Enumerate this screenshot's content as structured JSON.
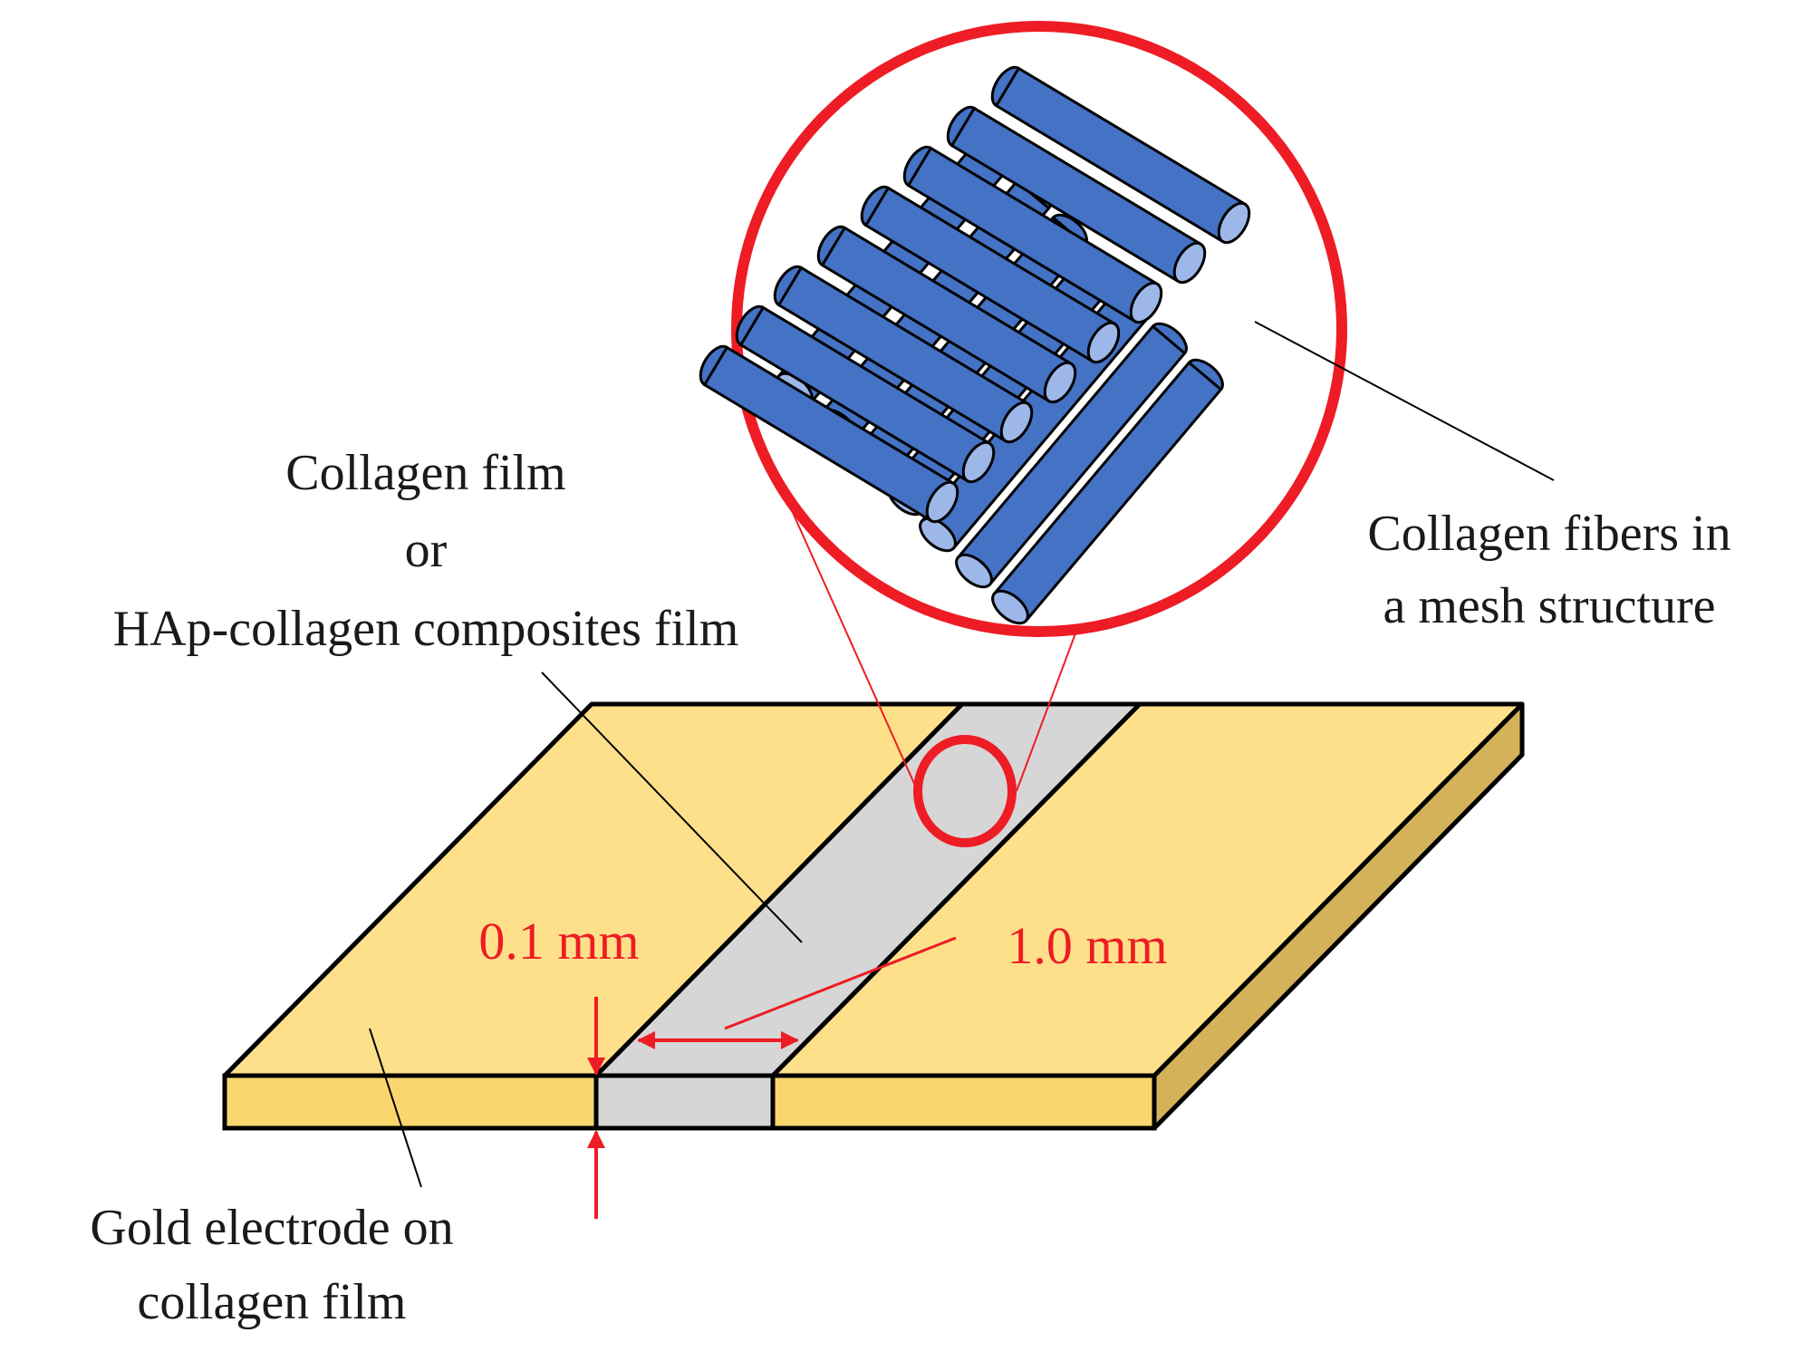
{
  "labels": {
    "film_line1": "Collagen film",
    "film_line2": "or",
    "film_line3": "HAp-collagen composites film",
    "fibers_line1": "Collagen fibers in",
    "fibers_line2": "a mesh structure",
    "electrode_line1": "Gold electrode on",
    "electrode_line2": "collagen film",
    "thickness": "0.1 mm",
    "gap_width": "1.0 mm"
  },
  "colors": {
    "gold_top": "#FFE08A",
    "gold_side": "#FAD66E",
    "gold_right": "#D4B25A",
    "film_gray": "#D6D6D6",
    "fiber_blue": "#4472C4",
    "fiber_end": "#9DB7E8",
    "accent_red": "#EE1C24",
    "outline": "#000000"
  }
}
